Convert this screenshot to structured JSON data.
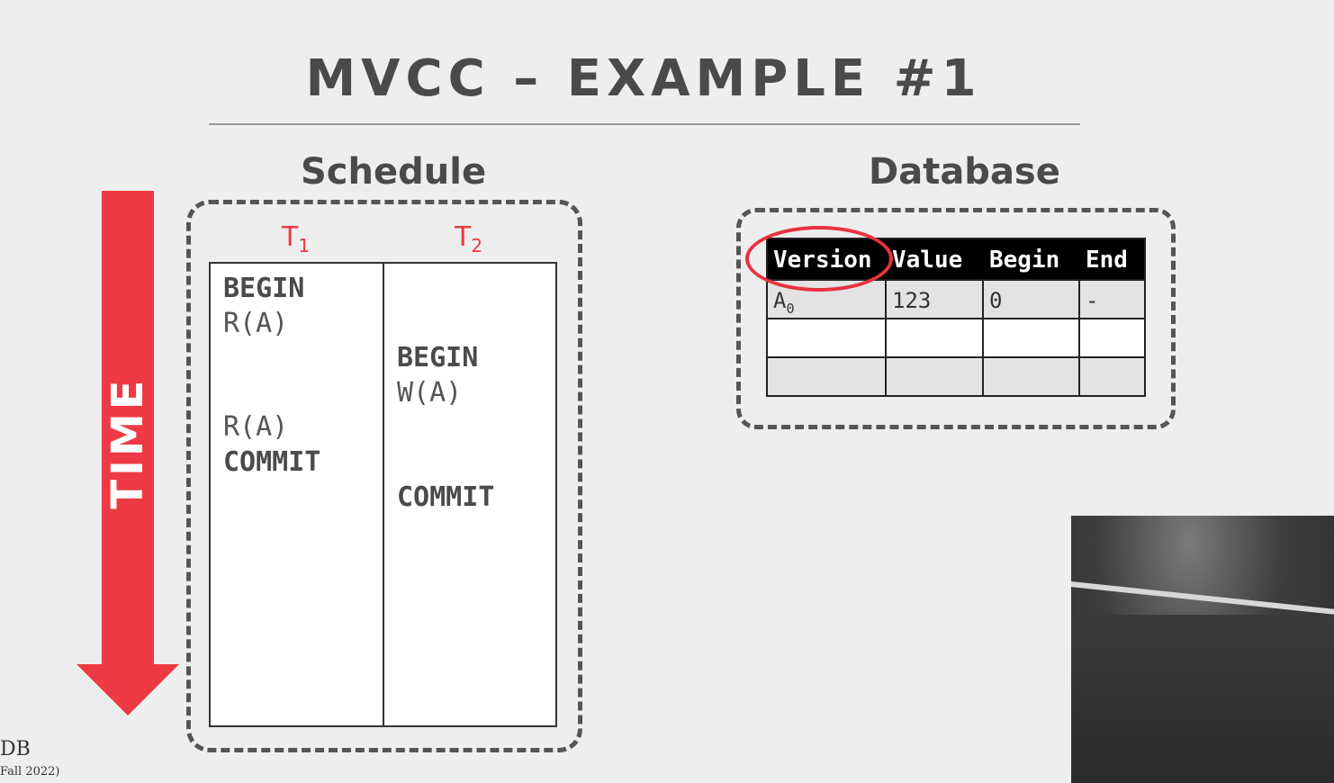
{
  "slide": {
    "title": "MVCC – EXAMPLE #1"
  },
  "time_arrow": {
    "label": "TIME",
    "color": "#ee3a44"
  },
  "schedule": {
    "heading": "Schedule",
    "transactions": [
      {
        "name": "T",
        "subscript": "1"
      },
      {
        "name": "T",
        "subscript": "2"
      }
    ],
    "t1_ops": [
      "BEGIN",
      "R(A)",
      "R(A)",
      "COMMIT"
    ],
    "t2_ops": [
      "BEGIN",
      "W(A)",
      "COMMIT"
    ]
  },
  "database": {
    "heading": "Database",
    "columns": [
      "Version",
      "Value",
      "Begin",
      "End"
    ],
    "rows": [
      {
        "version": "A",
        "version_subscript": "0",
        "value": "123",
        "begin": "0",
        "end": "-"
      },
      {
        "version": "",
        "version_subscript": "",
        "value": "",
        "begin": "",
        "end": ""
      },
      {
        "version": "",
        "version_subscript": "",
        "value": "",
        "begin": "",
        "end": ""
      }
    ],
    "highlight_color": "#e8323e"
  },
  "footer": {
    "logo": "DB",
    "term": "Fall 2022)"
  }
}
